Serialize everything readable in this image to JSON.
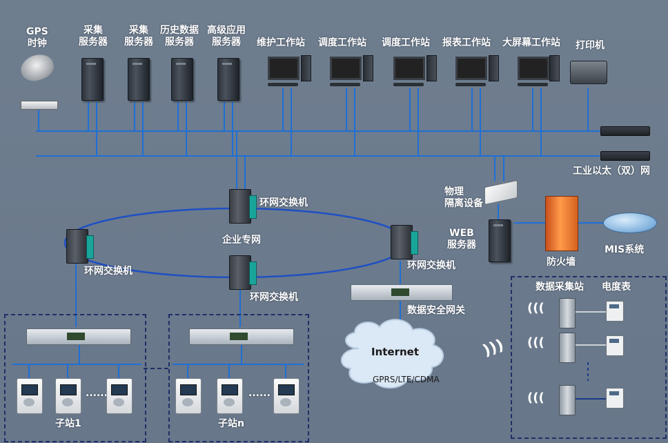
{
  "labels": {
    "gps": "GPS\n时钟",
    "acq_server_1": "采集\n服务器",
    "acq_server_2": "采集\n服务器",
    "history_server": "历史数据\n服务器",
    "advanced_server": "高级应用\n服务器",
    "maintenance_ws": "维护工作站",
    "dispatch_ws_1": "调度工作站",
    "dispatch_ws_2": "调度工作站",
    "report_ws": "报表工作站",
    "bigscreen_ws": "大屏幕工作站",
    "printer": "打印机",
    "industrial_ethernet": "工业以太（双）网",
    "physical_isolation": "物理\n隔离设备",
    "web_server": "WEB\n服务器",
    "firewall": "防火墙",
    "mis": "MIS系统",
    "ring_switch_top": "环网交换机",
    "enterprise_net": "企业专网",
    "ring_switch_left": "环网交换机",
    "ring_switch_mid": "环网交换机",
    "ring_switch_right": "环网交换机",
    "security_gateway": "数据安全网关",
    "internet": "Internet",
    "mobile_net": "GPRS/LTE/CDMA",
    "data_station": "数据采集站",
    "meter": "电度表",
    "substation_1": "子站1",
    "substation_n": "子站n",
    "dots": "......"
  },
  "colors": {
    "background": "#6c7b8c",
    "bus_line": "#1e6fd6",
    "ring_line": "#1f4fc4",
    "dash_box": "#1f2f66",
    "text": "#ffffff"
  }
}
